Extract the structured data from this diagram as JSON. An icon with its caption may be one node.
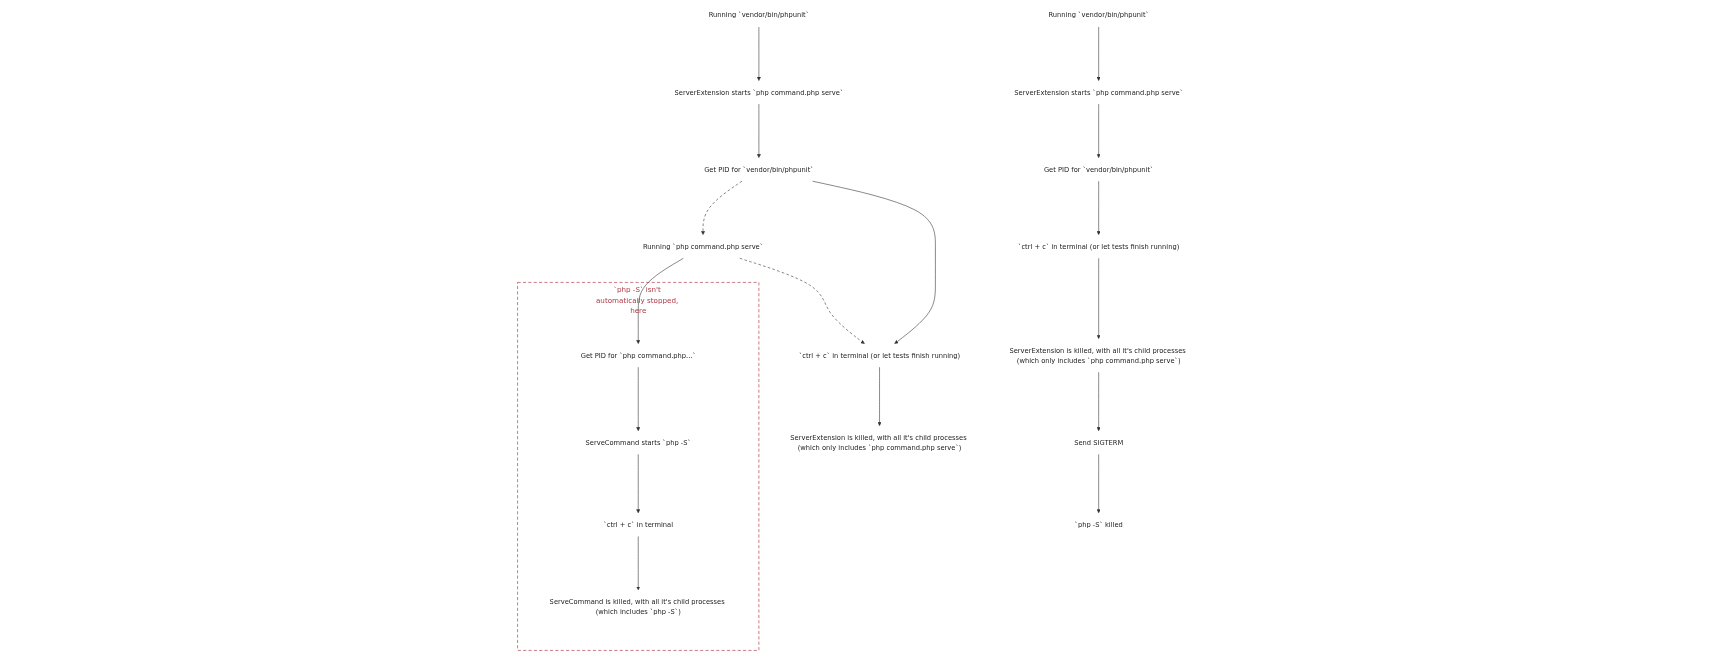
{
  "diagram": {
    "nodes": [
      {
        "text": [
          "Running `php command.php serve`"
        ]
      },
      {
        "text": [
          "`php -S` isn't automatically stopped, here"
        ]
      },
      {
        "text": [
          "Get PID for `php command.php...`"
        ],
        "in": 1
      },
      {
        "text": [
          "ServeCommand starts `php -S`"
        ],
        "in": 1
      },
      {
        "text": [
          "`ctrl + c` in terminal"
        ],
        "in": 1
      },
      {
        "text": [
          "ServeCommand is killed, with all it's child processes (which includes `php -S`)"
        ],
        "in": 1
      },
      {
        "text": [
          "Running `vendor/bin/phpunit`"
        ]
      },
      {
        "text": [
          "ServerExtension starts `php command.php serve`"
        ]
      },
      {
        "text": [
          "Get PID for `vendor/bin/phpunit`"
        ]
      },
      {
        "text": [
          "`ctrl + c` in terminal (or let tests finish running)"
        ]
      },
      {
        "text": [
          "ServerExtension is killed, with all it's child processes (which only includes `php command.php serve`)"
        ]
      },
      {
        "text": [
          "Running `vendor/bin/phpunit`"
        ]
      },
      {
        "text": [
          "ServerExtension starts `php command.php serve`"
        ]
      },
      {
        "text": [
          "Get PID for `vendor/bin/phpunit`"
        ]
      },
      {
        "text": [
          "`ctrl + c` in terminal (or let tests finish running)"
        ]
      },
      {
        "text": [
          "ServerExtension is killed, with all it's child processes (which only includes `php command.php serve`)"
        ]
      },
      {
        "text": [
          "Send SIGTERM"
        ]
      },
      {
        "text": [
          "`php -S` killed"
        ]
      }
    ],
    "edges": [
      {
        "from": 0,
        "to": 2,
        "arrow": "to"
      },
      {
        "from": 2,
        "to": 3,
        "arrow": "to"
      },
      {
        "from": 3,
        "to": 4,
        "arrow": "to"
      },
      {
        "from": 4,
        "to": 5,
        "arrow": "to"
      },
      {
        "from": 6,
        "to": 7,
        "arrow": "to"
      },
      {
        "from": 7,
        "to": 8,
        "arrow": "to"
      },
      {
        "from": 8,
        "to": 9,
        "arrow": "to"
      },
      {
        "from": 9,
        "to": 10,
        "arrow": "to"
      },
      {
        "from": 8,
        "to": 0,
        "arrow": "to",
        "style": "dashed"
      },
      {
        "from": 0,
        "to": 9,
        "arrow": "to",
        "style": "dashed"
      },
      {
        "from": 11,
        "to": 12,
        "arrow": "to"
      },
      {
        "from": 12,
        "to": 13,
        "arrow": "to"
      },
      {
        "from": 13,
        "to": 14,
        "arrow": "to"
      },
      {
        "from": 14,
        "to": 15,
        "arrow": "to"
      },
      {
        "from": 15,
        "to": 16,
        "arrow": "to"
      },
      {
        "from": 16,
        "to": 17,
        "arrow": "to"
      }
    ]
  }
}
